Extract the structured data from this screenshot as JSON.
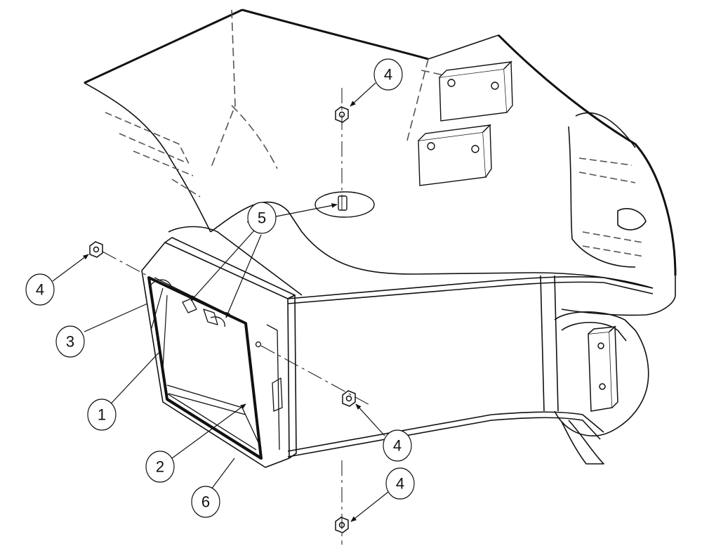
{
  "colors": {
    "line": "#111111",
    "hidden_line": "#555555",
    "background": "#ffffff"
  },
  "callouts": [
    {
      "id": "c1",
      "label": "1",
      "part": 1
    },
    {
      "id": "c2",
      "label": "2",
      "part": 2
    },
    {
      "id": "c3",
      "label": "3",
      "part": 3
    },
    {
      "id": "c4a",
      "label": "4",
      "part": 4
    },
    {
      "id": "c4b",
      "label": "4",
      "part": 4
    },
    {
      "id": "c4c",
      "label": "4",
      "part": 4
    },
    {
      "id": "c4d",
      "label": "4",
      "part": 4
    },
    {
      "id": "c5",
      "label": "5",
      "part": 5
    },
    {
      "id": "c6",
      "label": "6",
      "part": 6
    }
  ]
}
